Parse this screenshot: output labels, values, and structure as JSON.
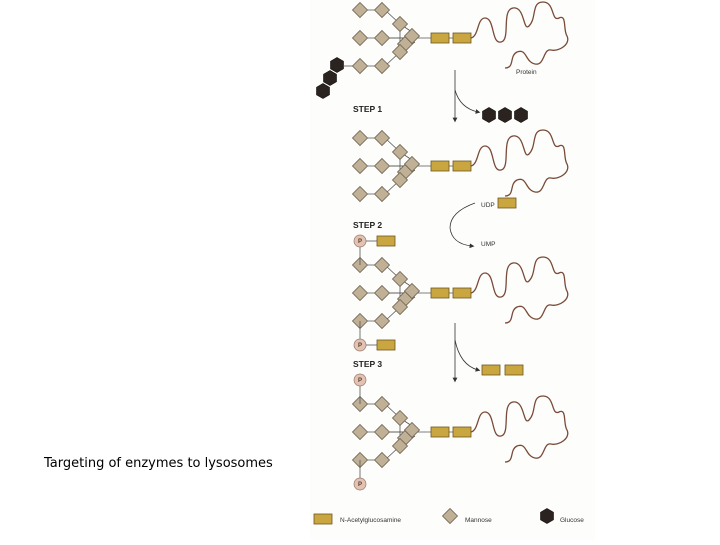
{
  "caption": "Targeting of enzymes to lysosomes",
  "figure": {
    "protein_label": "Protein",
    "steps": [
      "STEP 1",
      "STEP 2",
      "STEP 3"
    ],
    "udp_label": "UDP",
    "ump_label": "UMP",
    "phosphate_label": "P",
    "legend": {
      "glcnac": "N-Acetylglucosamine",
      "mannose": "Mannose",
      "glucose": "Glucose"
    },
    "colors": {
      "glcnac": "#c9a640",
      "mannose": "#c0b095",
      "glucose": "#2b2320",
      "phosphate": "#e2c3b3",
      "protein": "#7a4a38"
    }
  }
}
